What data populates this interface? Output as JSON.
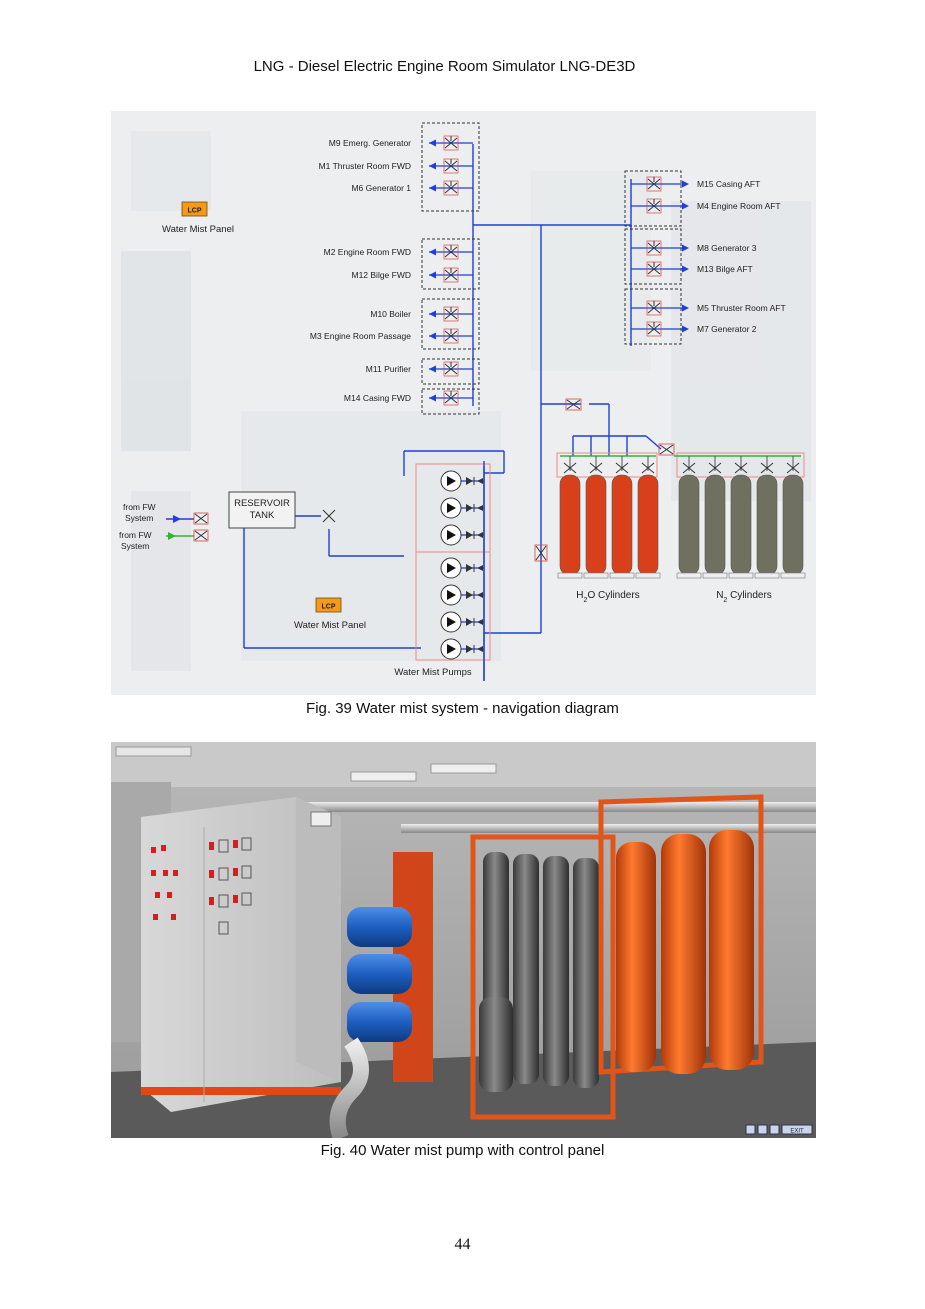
{
  "header": {
    "title": "LNG - Diesel Electric Engine Room Simulator LNG-DE3D"
  },
  "diagram": {
    "valves_left": [
      "M9 Emerg. Generator",
      "M1 Thruster Room FWD",
      "M6 Generator 1",
      "M2 Engine Room FWD",
      "M12 Bilge FWD",
      "M10 Boiler",
      "M3 Engine Room Passage",
      "M11 Purifier",
      "M14 Casing FWD"
    ],
    "valves_right": [
      "M15 Casing  AFT",
      "M4 Engine Room AFT",
      "M8 Generator 3",
      "M13 Bilge AFT",
      "M5 Thruster Room  AFT",
      "M7 Generator 2"
    ],
    "lcp_label": "LCP",
    "panel_label": "Water Mist Panel",
    "reservoir_line1": "RESERVOIR",
    "reservoir_line2": "TANK",
    "from_fw_line1": "from FW",
    "from_fw_line2": "System",
    "pumps_label": "Water Mist Pumps",
    "h2o_label": "H",
    "h2o_sub": "2",
    "h2o_rest": "O Cylinders",
    "n2_label": "N",
    "n2_sub": "2",
    "n2_rest": " Cylinders",
    "colors": {
      "pipe": "#1f3fd6",
      "water_cyl": "#d8401c",
      "n2_cyl": "#6f7060",
      "manifold": "#33b533"
    }
  },
  "fig39_caption": "Fig. 39 Water mist system - navigation diagram",
  "fig40": {
    "exit_label": "EXIT"
  },
  "fig40_caption": "Fig. 40 Water mist pump with control panel",
  "page_number": "44"
}
